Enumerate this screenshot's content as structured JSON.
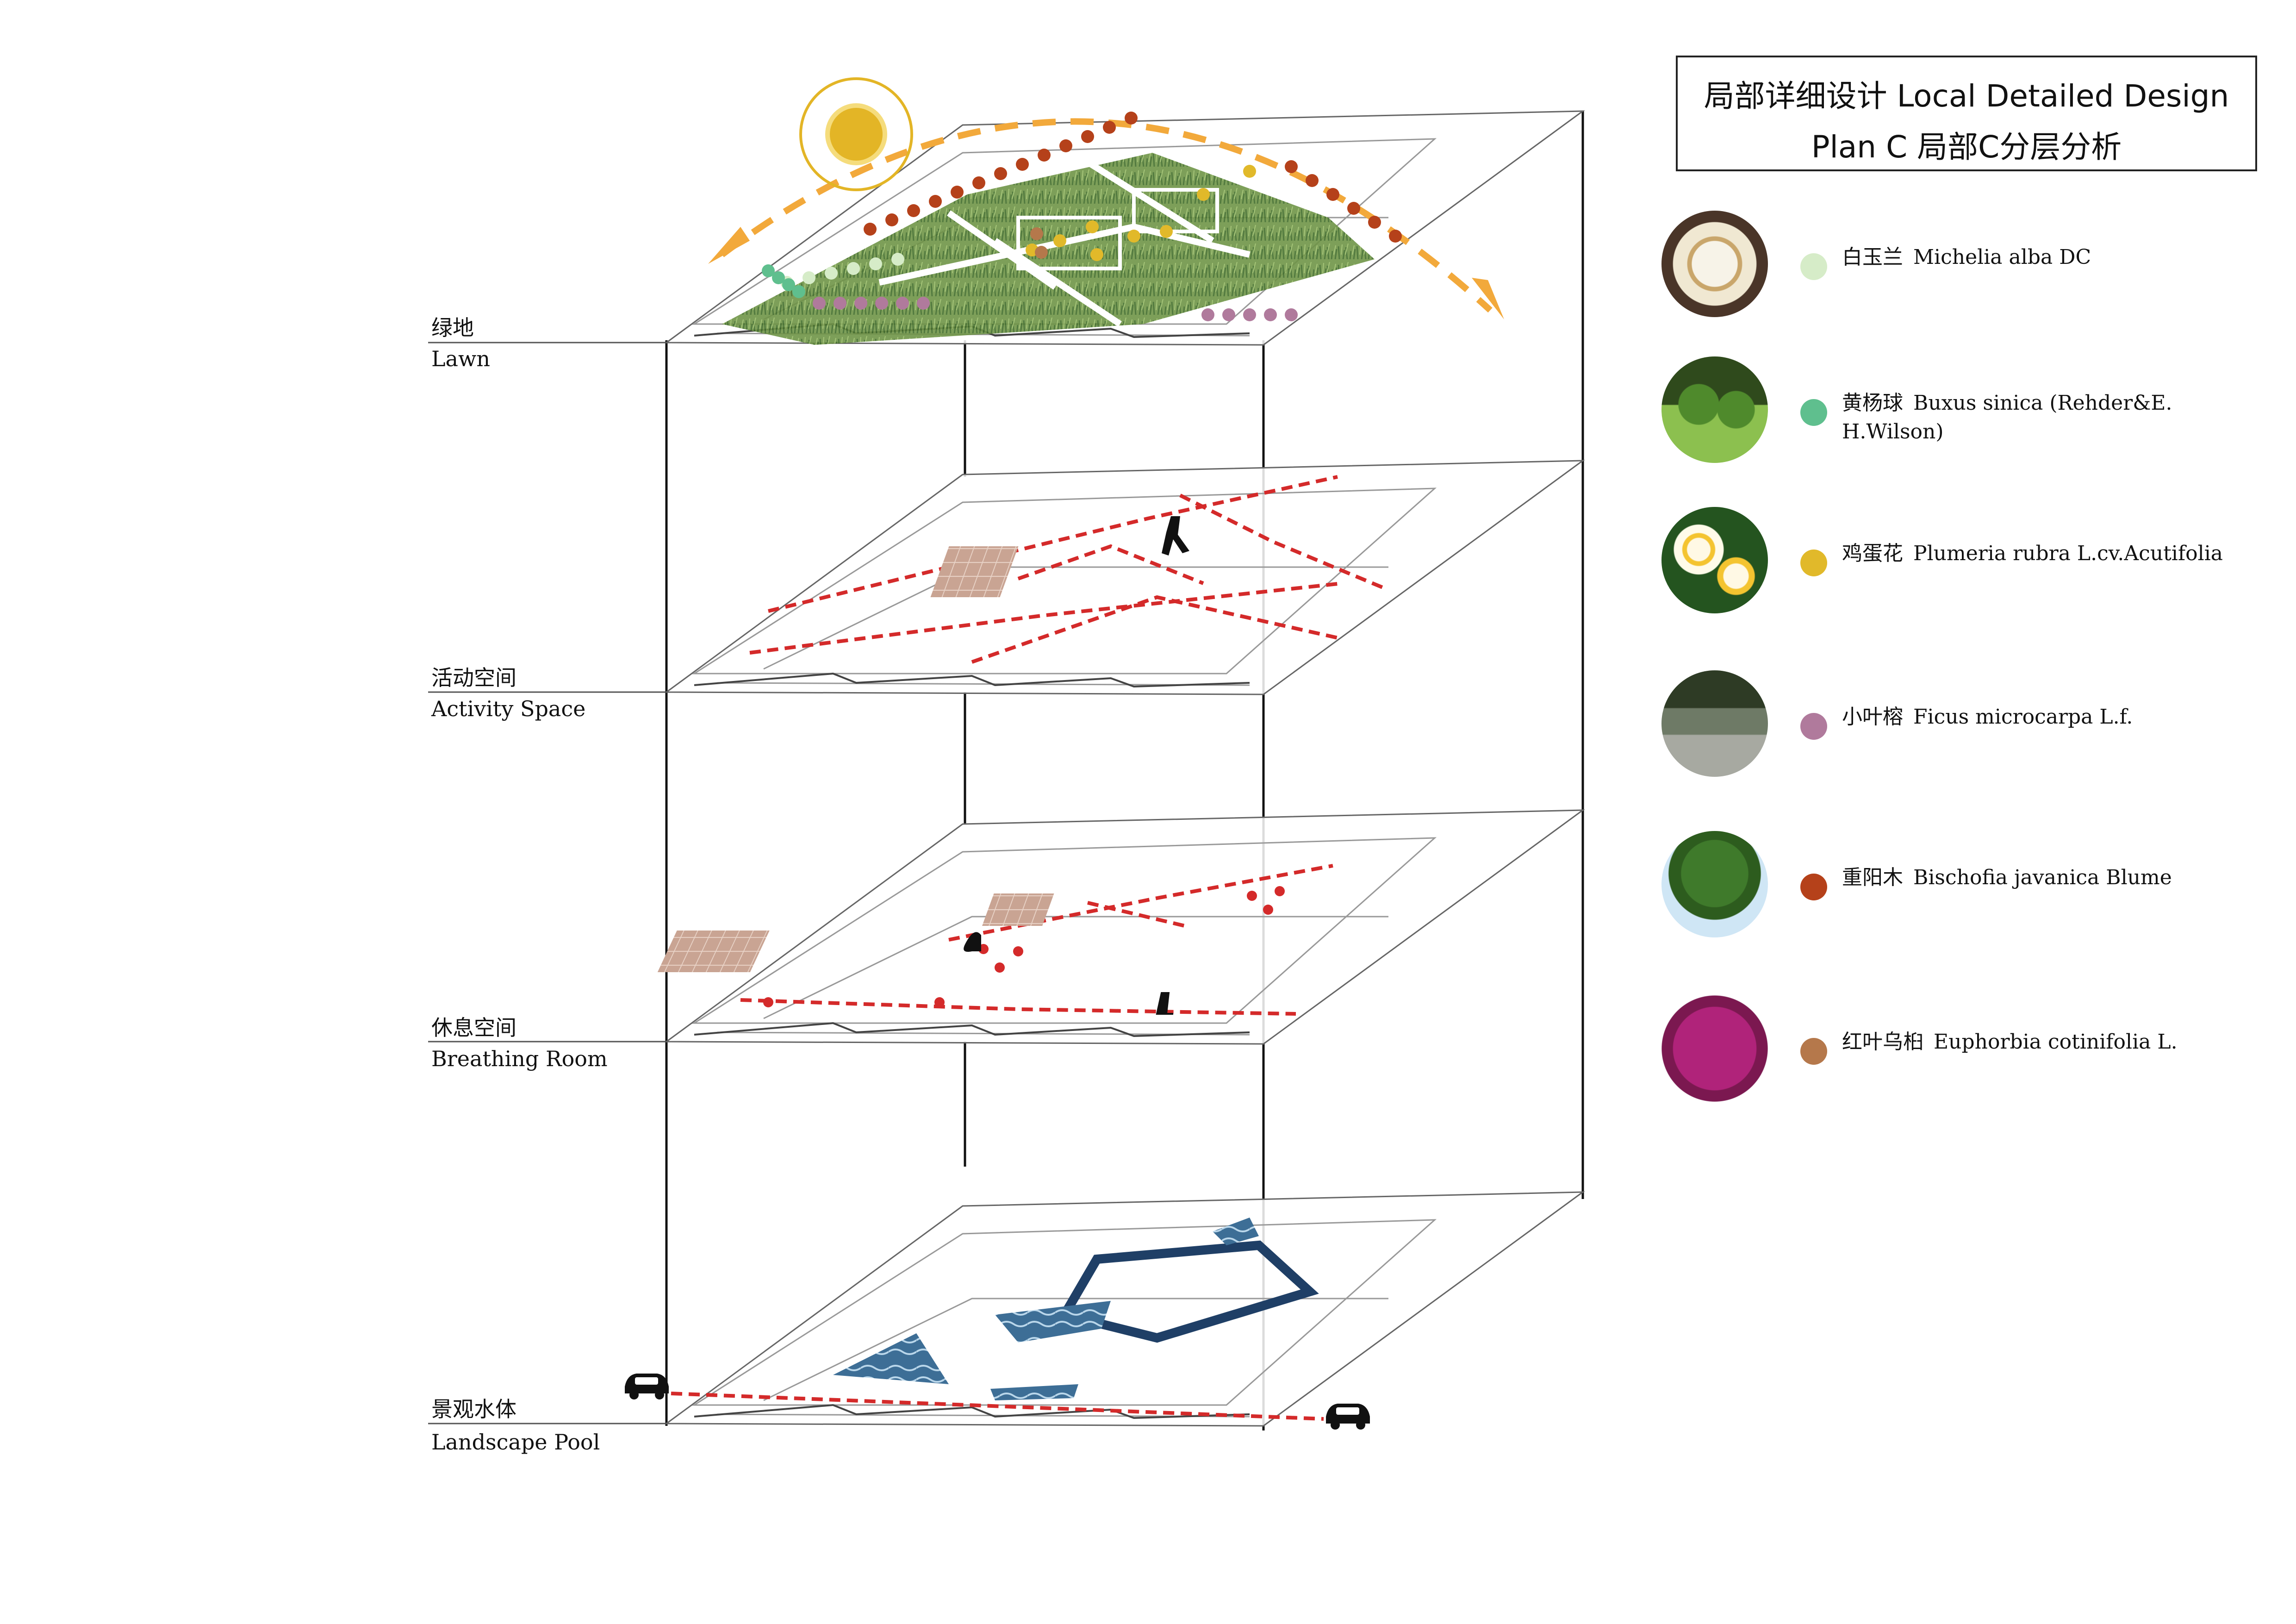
{
  "title": {
    "line1": "局部详细设计  Local Detailed Design",
    "line2": "Plan C  局部C分层分析"
  },
  "layers": [
    {
      "cn": "绿地",
      "en": "Lawn"
    },
    {
      "cn": "活动空间",
      "en": "Activity  Space"
    },
    {
      "cn": "休息空间",
      "en": "Breathing  Room"
    },
    {
      "cn": "景观水体",
      "en": "Landscape  Pool"
    }
  ],
  "legend": [
    {
      "cn": "白玉兰",
      "latin": "Michelia alba DC",
      "color": "#d6ecc8",
      "icon": "magnolia-flower-photo"
    },
    {
      "cn": "黄杨球",
      "latin": "Buxus sinica (Rehder&E. H.Wilson)",
      "color": "#5fbf8e",
      "icon": "boxwood-shrub-photo"
    },
    {
      "cn": "鸡蛋花",
      "latin": "Plumeria rubra L.cv.Acutifolia",
      "color": "#e1b92a",
      "icon": "plumeria-flower-photo"
    },
    {
      "cn": "小叶榕",
      "latin": "Ficus microcarpa L.f.",
      "color": "#b07a9c",
      "icon": "ficus-avenue-photo"
    },
    {
      "cn": "重阳木",
      "latin": "Bischofia javanica Blume",
      "color": "#b5411a",
      "icon": "bischofia-tree-photo"
    },
    {
      "cn": "红叶乌桕",
      "latin": "Euphorbia cotinifolia L.",
      "color": "#b5784b",
      "icon": "euphorbia-shrub-photo"
    }
  ],
  "colors": {
    "sun": "#e3b526",
    "sun_arc": "#f2a93b",
    "path": "#d42a2a",
    "lawn": "#5f8a3c",
    "water": "#2f5f86"
  },
  "icons": [
    "sun-icon",
    "car-icon",
    "person-figure-icon",
    "dog-figure-icon"
  ]
}
